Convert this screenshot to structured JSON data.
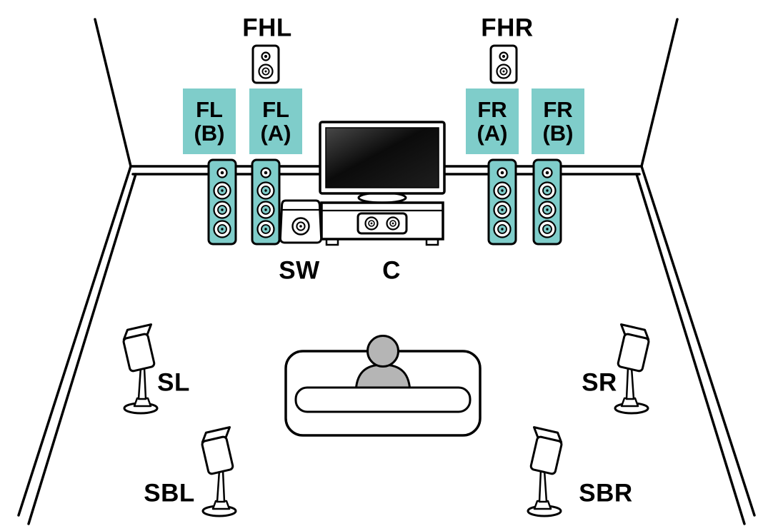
{
  "diagram": {
    "description": "Home theater speaker placement diagram with front height and Front A/B speakers",
    "colors": {
      "highlight": "#7fcdca",
      "person": "#b5b5b5",
      "line": "#000000",
      "background": "#ffffff"
    },
    "labels": {
      "front_height_left": "FHL",
      "front_height_right": "FHR",
      "subwoofer": "SW",
      "center": "C",
      "surround_left": "SL",
      "surround_right": "SR",
      "surround_back_left": "SBL",
      "surround_back_right": "SBR"
    },
    "tags": [
      {
        "id": "front-left-b",
        "line1": "FL",
        "line2": "(B)"
      },
      {
        "id": "front-left-a",
        "line1": "FL",
        "line2": "(A)"
      },
      {
        "id": "front-right-a",
        "line1": "FR",
        "line2": "(A)"
      },
      {
        "id": "front-right-b",
        "line1": "FR",
        "line2": "(B)"
      }
    ]
  }
}
